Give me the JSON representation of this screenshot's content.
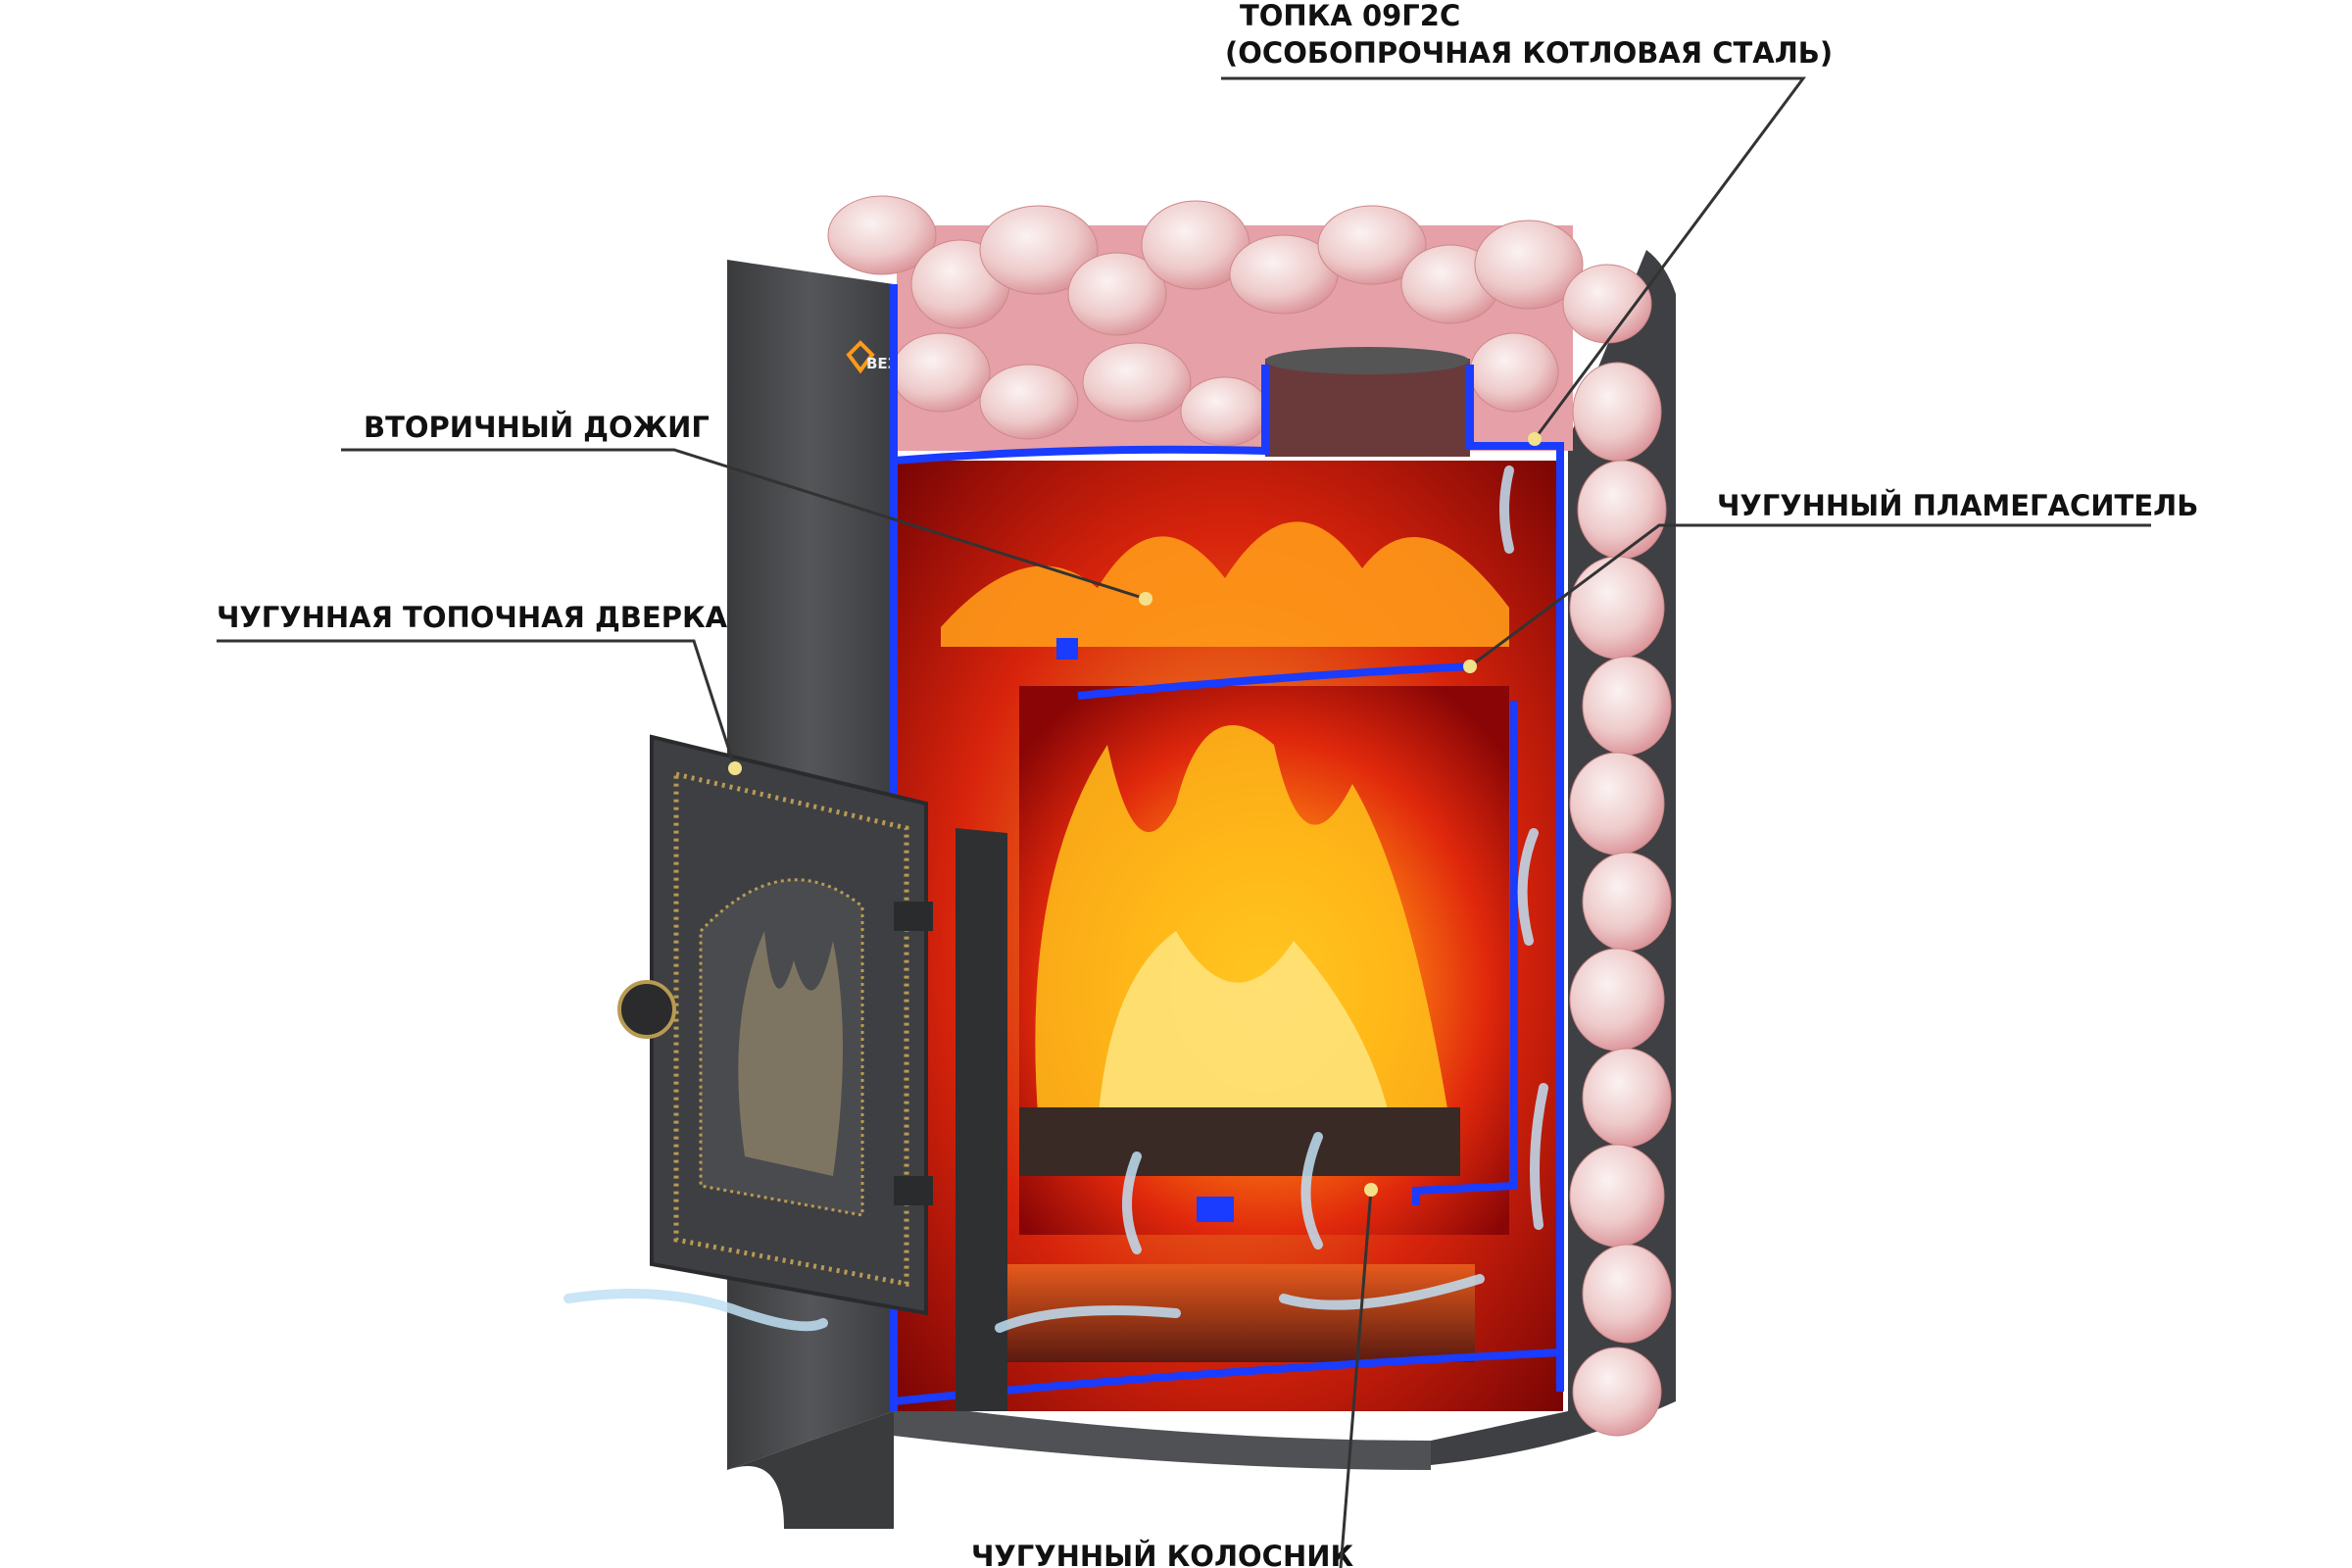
{
  "labels": {
    "firebox_line1": "ТОПКА 09Г2С",
    "firebox_line2": "(ОСОБОПРОЧНАЯ КОТЛОВАЯ СТАЛЬ)",
    "secondary_burn": "ВТОРИЧНЫЙ ДОЖИГ",
    "door": "ЧУГУННАЯ ТОПОЧНАЯ ДВЕРКА",
    "flame_arrester": "ЧУГУННЫЙ ПЛАМЕГАСИТЕЛЬ",
    "grate": "ЧУГУННЫЙ КОЛОСНИК"
  },
  "logo": {
    "text": "ВЕЗ"
  },
  "colors": {
    "steel": "#4a4b4d",
    "firebox_wall": "#1a3cff",
    "fire_red": "#c8140a",
    "flame_yellow": "#ffc21a",
    "stone": "#f1d6d6",
    "callout_dot": "#f3e08a"
  }
}
